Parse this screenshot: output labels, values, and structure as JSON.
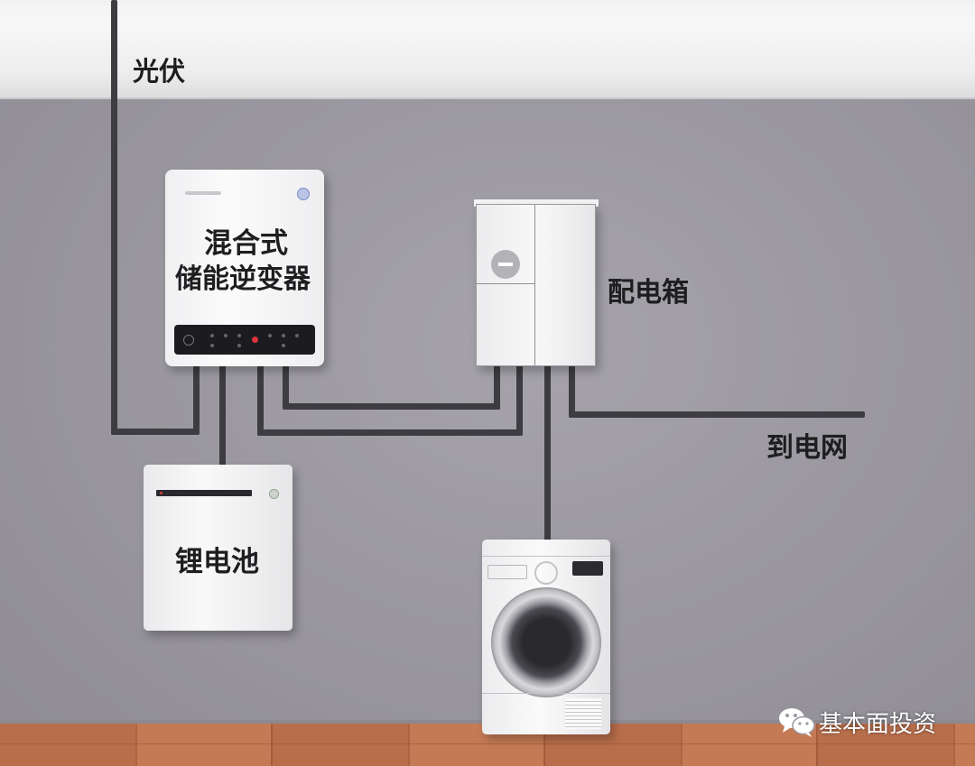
{
  "labels": {
    "pv": "光伏",
    "inverter_line1": "混合式",
    "inverter_line2": "储能逆变器",
    "distribution_box": "配电箱",
    "grid": "到电网",
    "battery": "锂电池"
  },
  "watermark": {
    "text": "基本面投资",
    "icon": "wechat-icon"
  },
  "colors": {
    "wire": "#3d3c40",
    "wall": "#9b98a0",
    "floor": "#b86e4b",
    "label_text": "#1e1e20"
  }
}
